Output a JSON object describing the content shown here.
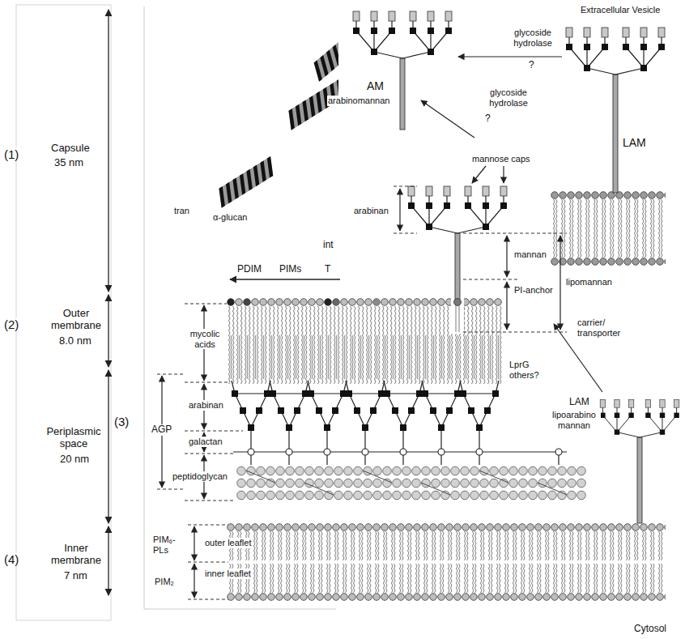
{
  "diagram": {
    "labels": [
      "(1)",
      "Capsule",
      "35 nm",
      "(2)",
      "Outer membrane",
      "8.0 nm",
      "Periplasmic space",
      "20 nm",
      "(3)",
      "(4)",
      "Inner membrane",
      "7 nm",
      "Extracellular Vesicle",
      "glycoside hydrolase",
      "?",
      "AM",
      "arabinomannan",
      "glycoside hydrolase",
      "?",
      "LAM",
      "tran",
      "α-glucan",
      "mannose caps",
      "arabinan",
      "mannan",
      "lipomannan",
      "PI-anchor",
      "int",
      "PDIM",
      "PIMs",
      "T",
      "mycolic acids",
      "arabinan",
      "AGP",
      "galactan",
      "peptidoglycan",
      "carrier/ transporter",
      "LprG others?",
      "LAM",
      "lipoarabino mannan",
      "outer leaflet",
      "inner leaflet",
      "PIM₆- PLs",
      "PIM₂",
      "Cytosol"
    ]
  }
}
